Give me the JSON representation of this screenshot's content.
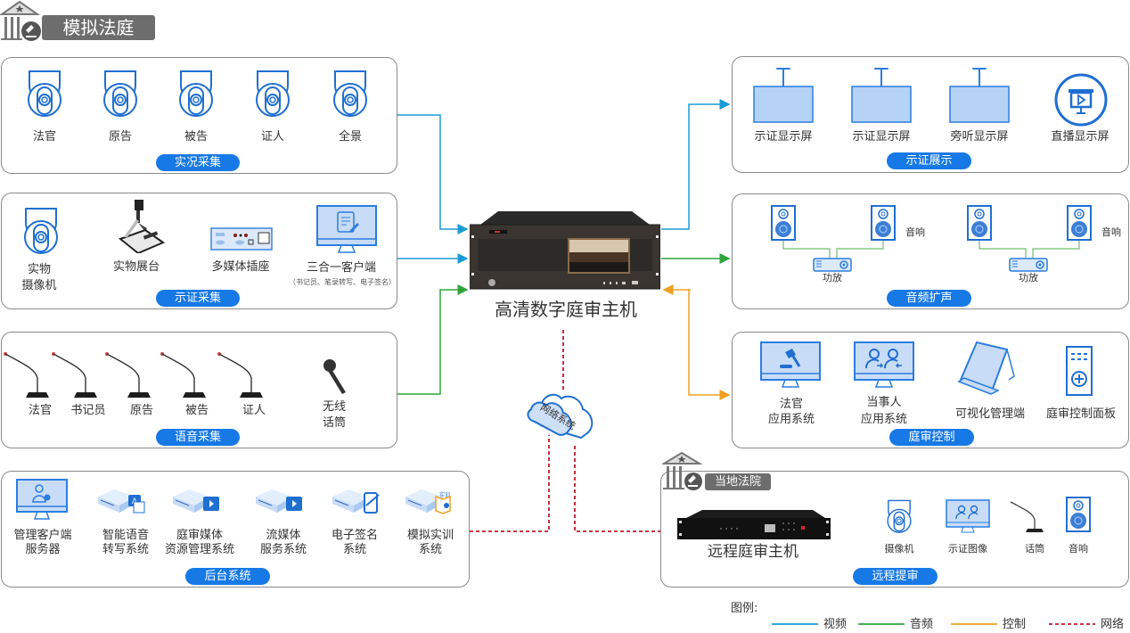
{
  "header": {
    "title": "模拟法庭"
  },
  "colors": {
    "video": "#1a9bd7",
    "audio": "#2ca53c",
    "control": "#f0a020",
    "network": "#c0182c",
    "accent": "#1779e6"
  },
  "panels": {
    "live_capture": {
      "label": "实况采集",
      "items": [
        {
          "label": "法官"
        },
        {
          "label": "原告"
        },
        {
          "label": "被告"
        },
        {
          "label": "证人"
        },
        {
          "label": "全景"
        }
      ]
    },
    "evidence_capture": {
      "label": "示证采集",
      "items": [
        {
          "label": "实物",
          "label2": "摄像机"
        },
        {
          "label": "实物展台"
        },
        {
          "label": "多媒体插座"
        },
        {
          "label": "三合一客户端",
          "sub": "（书记员、笔录转写、电子签名）"
        }
      ]
    },
    "voice_capture": {
      "label": "语音采集",
      "items": [
        {
          "label": "法官"
        },
        {
          "label": "书记员"
        },
        {
          "label": "原告"
        },
        {
          "label": "被告"
        },
        {
          "label": "证人"
        }
      ],
      "wireless": {
        "label": "无线",
        "label2": "话筒"
      }
    },
    "backend": {
      "label": "后台系统",
      "items": [
        {
          "label": "管理客户端",
          "label2": "服务器"
        },
        {
          "label": "智能语音",
          "label2": "转写系统"
        },
        {
          "label": "庭审媒体",
          "label2": "资源管理系统"
        },
        {
          "label": "流媒体",
          "label2": "服务系统"
        },
        {
          "label": "电子签名",
          "label2": "系统"
        },
        {
          "label": "模拟实训",
          "label2": "系统",
          "badge": "实训"
        }
      ]
    },
    "display": {
      "label": "示证展示",
      "items": [
        {
          "label": "示证显示屏"
        },
        {
          "label": "示证显示屏"
        },
        {
          "label": "旁听显示屏"
        },
        {
          "label": "直播显示屏"
        }
      ]
    },
    "audio": {
      "label": "音频扩声",
      "speaker_label": "音响",
      "amp_label": "功放"
    },
    "control": {
      "label": "庭审控制",
      "items": [
        {
          "label": "法官",
          "label2": "应用系统"
        },
        {
          "label": "当事人",
          "label2": "应用系统"
        },
        {
          "label": "可视化管理端"
        },
        {
          "label": "庭审控制面板"
        }
      ]
    },
    "remote": {
      "label": "远程提审",
      "court_tag": "当地法院",
      "host_label": "远程庭审主机",
      "items": [
        {
          "label": "摄像机"
        },
        {
          "label": "示证图像"
        },
        {
          "label": "话筒"
        },
        {
          "label": "音响"
        }
      ]
    }
  },
  "center": {
    "host_label": "高清数字庭审主机",
    "cloud_label": "网络系统"
  },
  "legend": {
    "title": "图例:",
    "items": [
      {
        "label": "视频",
        "type": "video"
      },
      {
        "label": "音频",
        "type": "audio"
      },
      {
        "label": "控制",
        "type": "control"
      },
      {
        "label": "网络",
        "type": "network"
      }
    ]
  }
}
